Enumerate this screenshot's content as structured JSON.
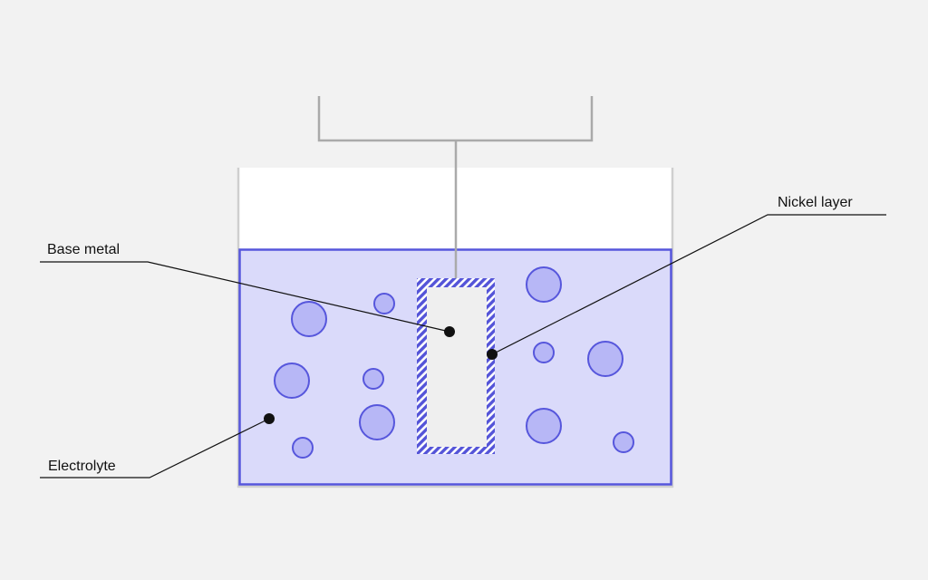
{
  "background_color": "#f2f2f2",
  "colors": {
    "electrolyte_fill": "#dadafa",
    "electrolyte_border": "#5656dc",
    "bubble_fill": "#b7b7f6",
    "bubble_border": "#5656dc",
    "nickel_layer": "#5454d8",
    "base_metal": "#efefef",
    "wire": "#aaaaaa",
    "container_wall": "#cfcfcf",
    "leader_line": "#111111"
  },
  "labels": {
    "base_metal": "Base metal",
    "nickel_layer": "Nickel layer",
    "electrolyte": "Electrolyte"
  }
}
